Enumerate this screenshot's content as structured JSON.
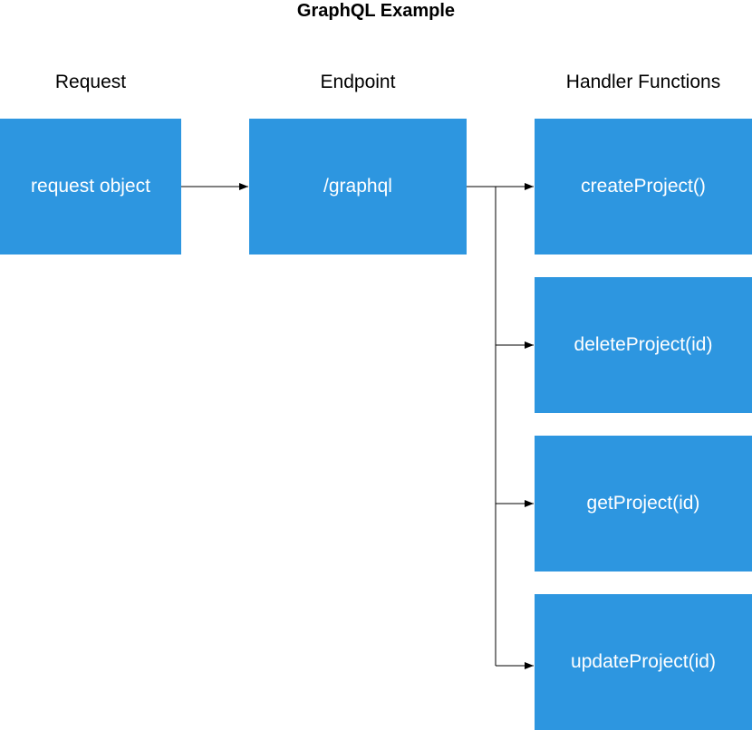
{
  "title": "GraphQL Example",
  "columns": {
    "request": "Request",
    "endpoint": "Endpoint",
    "handlers": "Handler Functions"
  },
  "nodes": {
    "request": "request object",
    "endpoint": "/graphql",
    "handlers": [
      "createProject()",
      "deleteProject(id)",
      "getProject(id)",
      "updateProject(id)"
    ]
  },
  "colors": {
    "box": "#2d96e0",
    "box_text": "#ffffff",
    "line": "#000000"
  }
}
